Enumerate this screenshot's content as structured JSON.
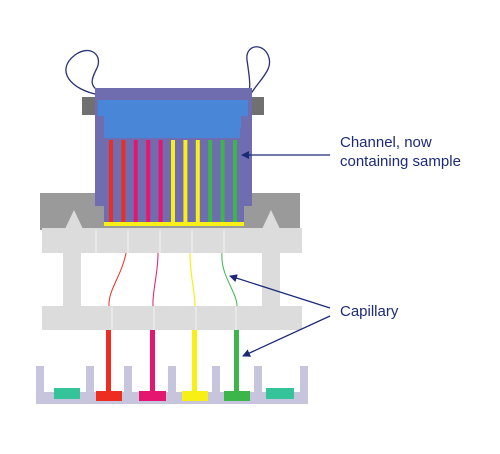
{
  "labels": {
    "channel_line1": "Channel, now",
    "channel_line2": "containing sample",
    "capillary": "Capillary"
  },
  "colors": {
    "housing": "#6f6cb0",
    "reservoir": "#4a86d8",
    "red": "#ec2d1f",
    "magenta": "#e5166f",
    "yellow": "#f7ef16",
    "green": "#3cb64a",
    "teal": "#35c39a",
    "gray_block": "#9a9a9a",
    "light_gray": "#dcdcdc",
    "lavender": "#c7c4de",
    "label_blue": "#1c2a78"
  }
}
